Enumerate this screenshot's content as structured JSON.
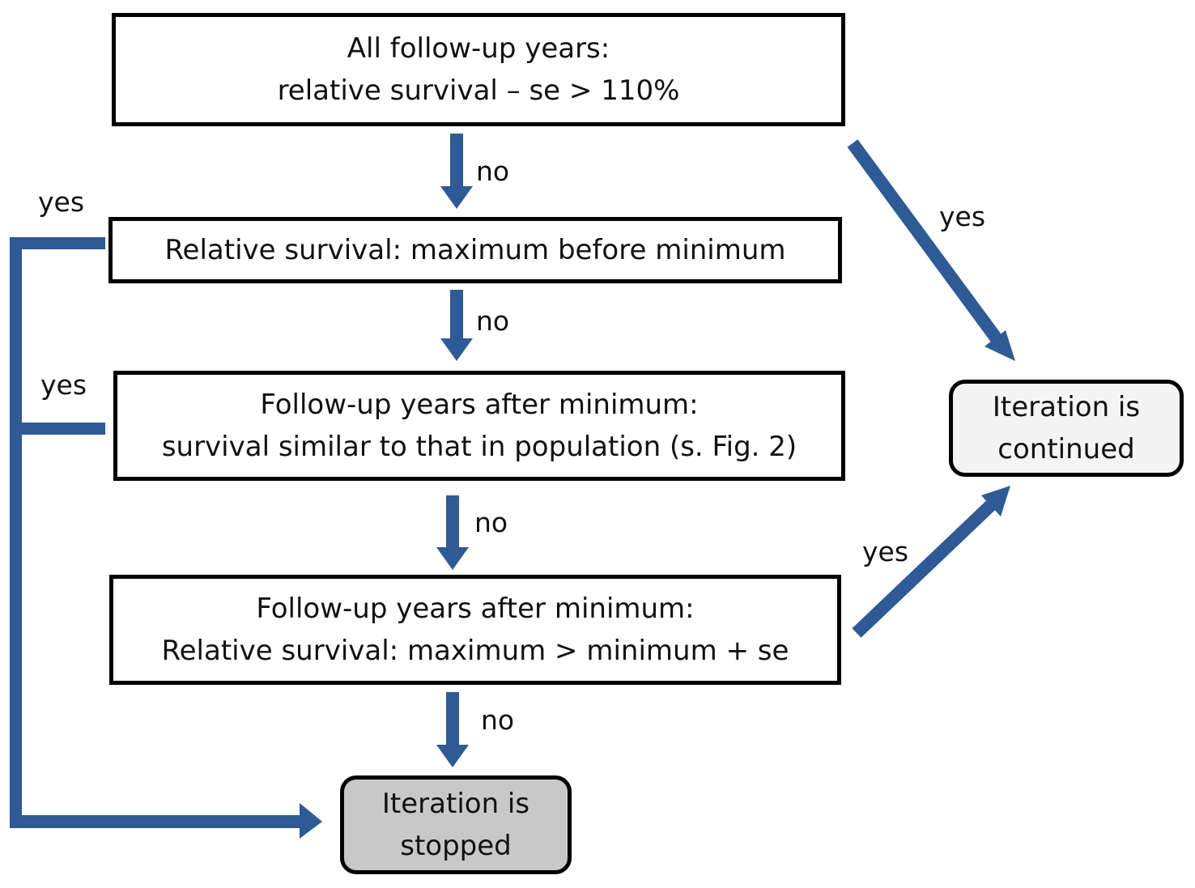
{
  "boxes": {
    "b1": {
      "line1": "All follow-up years:",
      "line2": "relative survival – se  > 110%"
    },
    "b2": {
      "line1": "Relative survival:  maximum  before minimum"
    },
    "b3": {
      "line1": "Follow-up years after minimum:",
      "line2": "survival similar to that in population (s. Fig. 2)"
    },
    "b4": {
      "line1": "Follow-up years after minimum:",
      "line2": "Relative survival:  maximum > minimum  + se"
    }
  },
  "terminals": {
    "stopped": {
      "line1": "Iteration is",
      "line2": "stopped"
    },
    "continued": {
      "line1": "Iteration is",
      "line2": "continued"
    }
  },
  "labels": {
    "no1": "no",
    "no2": "no",
    "no3": "no",
    "no4": "no",
    "yes_b1": "yes",
    "yes_b2": "yes",
    "yes_b3": "yes",
    "yes_b4": "yes"
  },
  "colors": {
    "arrow": "#2e5a95",
    "border": "#000000",
    "stopped_fill": "#c8c8c8",
    "continued_fill": "#f4f4f4"
  }
}
